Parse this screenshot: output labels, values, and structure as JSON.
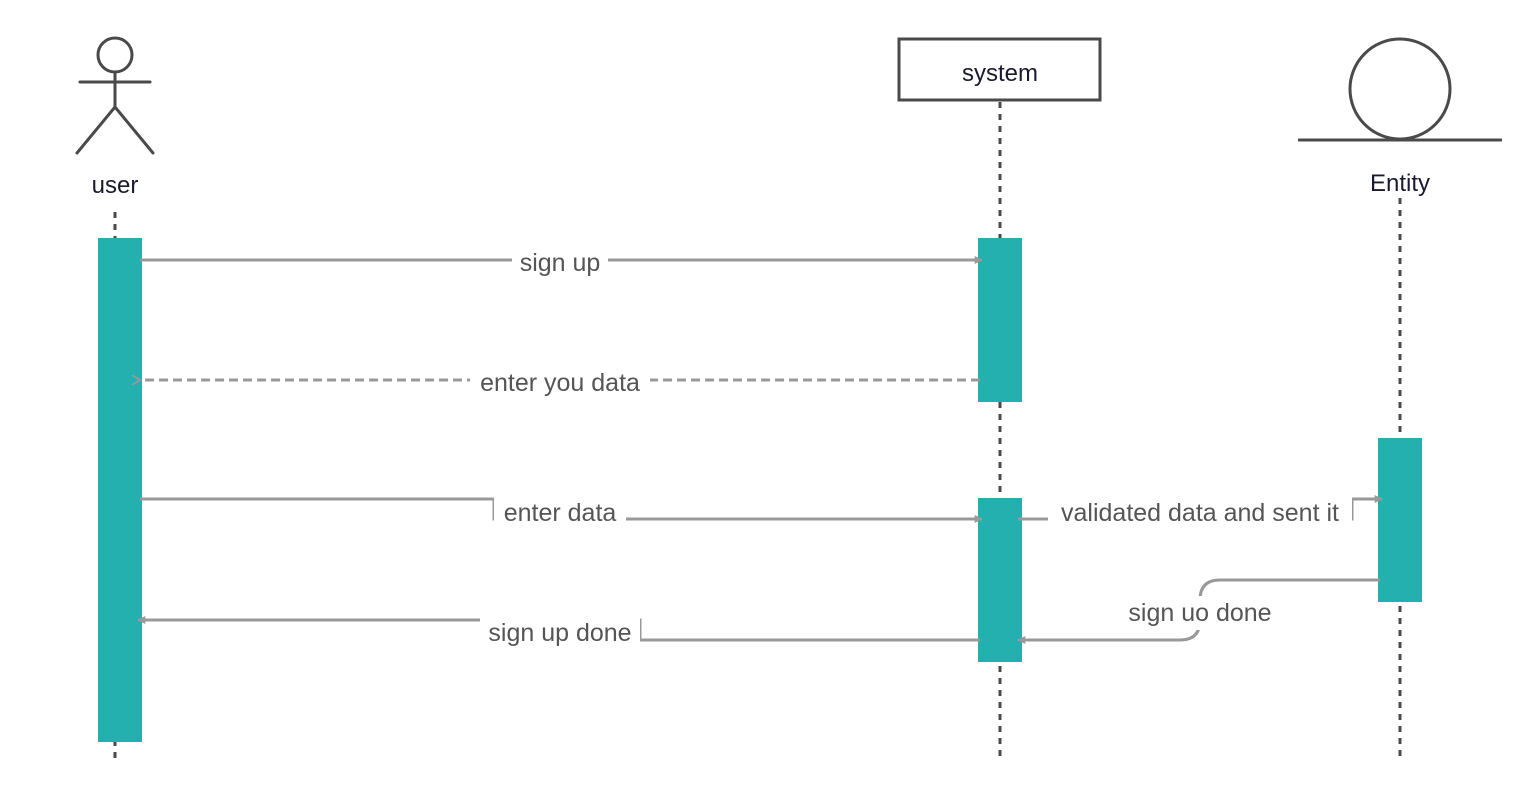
{
  "participants": {
    "user": {
      "label": "user",
      "kind": "actor"
    },
    "system": {
      "label": "system",
      "kind": "box"
    },
    "entity": {
      "label": "Entity",
      "kind": "entity"
    }
  },
  "messages": [
    {
      "from": "user",
      "to": "system",
      "label": "sign up",
      "style": "solid"
    },
    {
      "from": "system",
      "to": "user",
      "label": "enter you data",
      "style": "dashed"
    },
    {
      "from": "user",
      "to": "system",
      "label": "enter data",
      "style": "solid"
    },
    {
      "from": "system",
      "to": "entity",
      "label": "validated data and sent it",
      "style": "solid"
    },
    {
      "from": "entity",
      "to": "system",
      "label": "sign uo done",
      "style": "solid"
    },
    {
      "from": "system",
      "to": "user",
      "label": "sign up done",
      "style": "solid"
    }
  ],
  "colors": {
    "activation": "#23b0af",
    "lifeline": "#4a4a4a",
    "arrow": "#999999",
    "participant_text": "#1a1a2e",
    "message_text": "#555555"
  }
}
